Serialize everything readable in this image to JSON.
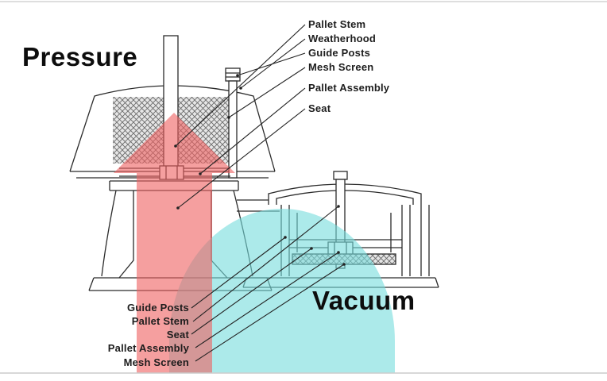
{
  "titles": {
    "pressure": "Pressure",
    "vacuum": "Vacuum"
  },
  "pressure_valve_labels": [
    "Pallet Stem",
    "Weatherhood",
    "Guide Posts",
    "Mesh Screen",
    "Pallet Assembly",
    "Seat"
  ],
  "vacuum_valve_labels": [
    "Guide Posts",
    "Pallet Stem",
    "Seat",
    "Pallet Assembly",
    "Mesh Screen"
  ],
  "colors": {
    "pressure_arrow": "#ef5f5f",
    "vacuum_arrow": "#74dcdc",
    "line_art": "#2b2b2b",
    "label_text": "#1d1d1d"
  }
}
